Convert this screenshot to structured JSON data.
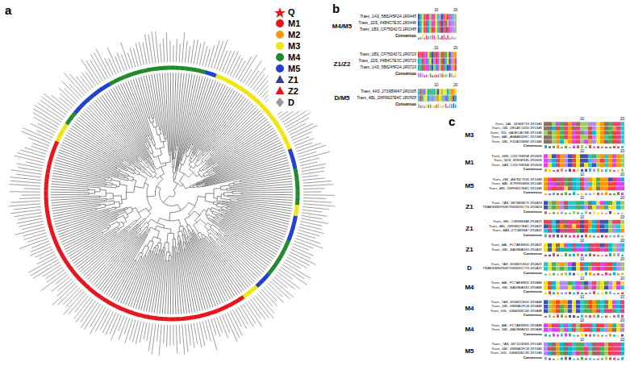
{
  "diagram": {
    "labels": [
      "a",
      "b",
      "c",
      "M4/M5",
      "10",
      "20",
      "Traes_1AS_5B6245F2A.1R0445",
      "Traes_1DS_F4B4C7E3C.1R0446",
      "Traes_1BS_CF75D4172.1R0345",
      "Consensus",
      "Z1/Z2",
      "10",
      "20",
      "Traes_1BS_CF75D4172.1R0723",
      "Traes_1DS_F4B4C7E3C.1R0723",
      "Traes_1AS_5B6245F2A.1R0723",
      "Consensus",
      "D/M5",
      "10",
      "20",
      "Traes_4AS_2719B9947.1R0305",
      "Traes_4BL_D8F96D7E4C.1R0505",
      "Consensus",
      "M3",
      "10",
      "20",
      "Traes_1AL_31568719.1R1345",
      "Traes_1BL_2E1A172D0.1R1345",
      "Traes_1DL_6A0ECAC8E.1R1345",
      "Traes_4AL_A6AA6028C.1R1345",
      "Traes_5BL_F31A1DB82.1R1345",
      "Consensus",
      "M1",
      "10",
      "20",
      "Traes_5BS_CD5708004.1R0305",
      "Traes_5DS_81E0E935.1R0305",
      "Traes_5AS_CD5708004.1R0305",
      "Consensus",
      "M5",
      "10",
      "20",
      "Traes_2BL_A47B17516.1R1345",
      "Traes_4AL_B7FF858EB.1R1345",
      "Traes_4BL_D8F96D7E4C.1R1345",
      "Consensus",
      "Z1",
      "10",
      "20",
      "Traes_7AS_3B76B5B75.1R2423",
      "TRAES3B5F9907000820CTG.1R2423",
      "Consensus",
      "Z1",
      "10",
      "20",
      "Traes_5BL_13858B344.1R2421",
      "Traes_4BL_D8F96D7E4C.1R2421",
      "Traes_4AS_2719B9947.1R2421",
      "Consensus",
      "Z1",
      "10",
      "20",
      "Traes_4AL_FC7AEB805.1R2421",
      "Traes_5BL_BA28BA910.1R2421",
      "Consensus",
      "D",
      "10",
      "20",
      "Traes_7AS_9054DC65D.1R2421",
      "TRAES3B5F9907000820CTG.1R2421",
      "Consensus",
      "M4",
      "10",
      "20",
      "Traes_4AL_FC7AEB805.1R0445",
      "Traes_5BL_BA28BA910.1R0445",
      "Consensus",
      "M4",
      "10",
      "20",
      "Traes_7AS_9054DC65D.1R0446",
      "Traes_5BL_6888A1FCB.1R0446",
      "Traes_5DL_5364336C90.1R0446",
      "Consensus",
      "M4",
      "10",
      "20",
      "Traes_4AL_FC7AEB805.1R0446",
      "Traes_5BL_BA28BA910.1R0446",
      "Consensus",
      "M5",
      "10",
      "20",
      "Traes_7AS_9671D35E8.1R1345",
      "Traes_5BL_6888A1FCB.1R1345",
      "Traes_5DL_5364336C90.1R1345",
      "Consensus"
    ],
    "legend": [
      {
        "text": "Q"
      },
      {
        "text": "M1"
      },
      {
        "text": "M2"
      },
      {
        "text": "M3"
      },
      {
        "text": "M4"
      },
      {
        "text": "M5"
      },
      {
        "text": "Z1"
      },
      {
        "text": "Z2"
      },
      {
        "text": "D"
      }
    ]
  }
}
